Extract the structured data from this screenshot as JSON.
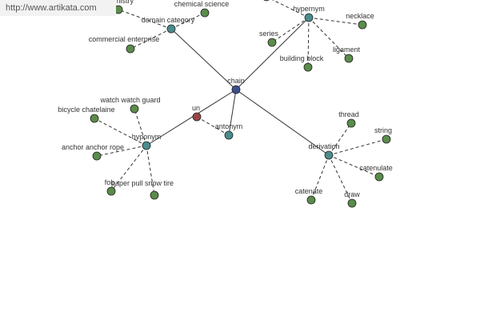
{
  "watermark": "http://www.artikata.com",
  "colors": {
    "root": "#3a4f8c",
    "relation": "#4a8c8c",
    "leaf": "#5a8c4a",
    "antonym_word": "#9a4545",
    "edge": "#333333"
  },
  "nodes": [
    {
      "id": "chain",
      "label": "chain",
      "kind": "root"
    },
    {
      "id": "domain",
      "label": "domain category",
      "kind": "relation"
    },
    {
      "id": "hypernym",
      "label": "hypernym",
      "kind": "relation"
    },
    {
      "id": "hyponym",
      "label": "hyponym",
      "kind": "relation"
    },
    {
      "id": "antonym",
      "label": "antonym",
      "kind": "relation"
    },
    {
      "id": "derivation",
      "label": "derivation",
      "kind": "relation"
    },
    {
      "id": "un",
      "label": "un",
      "kind": "antonym_word"
    },
    {
      "id": "chemistry",
      "label": "mistry",
      "kind": "leaf"
    },
    {
      "id": "chemsci",
      "label": "chemical science",
      "kind": "leaf"
    },
    {
      "id": "commerce",
      "label": "commercial enterprise",
      "kind": "leaf"
    },
    {
      "id": "hyp-top1",
      "label": "",
      "kind": "leaf"
    },
    {
      "id": "necklace",
      "label": "necklace",
      "kind": "leaf"
    },
    {
      "id": "series",
      "label": "series",
      "kind": "leaf"
    },
    {
      "id": "ligament",
      "label": "ligament",
      "kind": "leaf"
    },
    {
      "id": "building",
      "label": "building block",
      "kind": "leaf"
    },
    {
      "id": "watchguard",
      "label": "watch watch guard",
      "kind": "leaf"
    },
    {
      "id": "chatelaine",
      "label": "bicycle chatelaine",
      "kind": "leaf"
    },
    {
      "id": "anchorrope",
      "label": "anchor anchor rope",
      "kind": "leaf"
    },
    {
      "id": "fob",
      "label": "fob",
      "kind": "leaf"
    },
    {
      "id": "snowtire",
      "label": "paper pull snow tire",
      "kind": "leaf"
    },
    {
      "id": "thread",
      "label": "thread",
      "kind": "leaf"
    },
    {
      "id": "string",
      "label": "string",
      "kind": "leaf"
    },
    {
      "id": "catenulate",
      "label": "catenulate",
      "kind": "leaf"
    },
    {
      "id": "draw",
      "label": "draw",
      "kind": "leaf"
    },
    {
      "id": "catenate",
      "label": "catenate",
      "kind": "leaf"
    }
  ],
  "edges": [
    {
      "from": "chain",
      "to": "domain",
      "style": "solid"
    },
    {
      "from": "chain",
      "to": "hypernym",
      "style": "solid"
    },
    {
      "from": "chain",
      "to": "hyponym",
      "style": "solid"
    },
    {
      "from": "chain",
      "to": "antonym",
      "style": "solid"
    },
    {
      "from": "chain",
      "to": "derivation",
      "style": "solid"
    },
    {
      "from": "antonym",
      "to": "un",
      "style": "dashed"
    },
    {
      "from": "domain",
      "to": "chemistry",
      "style": "dashed"
    },
    {
      "from": "domain",
      "to": "chemsci",
      "style": "dashed"
    },
    {
      "from": "domain",
      "to": "commerce",
      "style": "dashed"
    },
    {
      "from": "hypernym",
      "to": "hyp-top1",
      "style": "dashed"
    },
    {
      "from": "hypernym",
      "to": "necklace",
      "style": "dashed"
    },
    {
      "from": "hypernym",
      "to": "series",
      "style": "dashed"
    },
    {
      "from": "hypernym",
      "to": "ligament",
      "style": "dashed"
    },
    {
      "from": "hypernym",
      "to": "building",
      "style": "dashed"
    },
    {
      "from": "hyponym",
      "to": "watchguard",
      "style": "dashed"
    },
    {
      "from": "hyponym",
      "to": "chatelaine",
      "style": "dashed"
    },
    {
      "from": "hyponym",
      "to": "anchorrope",
      "style": "dashed"
    },
    {
      "from": "hyponym",
      "to": "fob",
      "style": "dashed"
    },
    {
      "from": "hyponym",
      "to": "snowtire",
      "style": "dashed"
    },
    {
      "from": "derivation",
      "to": "thread",
      "style": "dashed"
    },
    {
      "from": "derivation",
      "to": "string",
      "style": "dashed"
    },
    {
      "from": "derivation",
      "to": "catenulate",
      "style": "dashed"
    },
    {
      "from": "derivation",
      "to": "draw",
      "style": "dashed"
    },
    {
      "from": "derivation",
      "to": "catenate",
      "style": "dashed"
    }
  ]
}
